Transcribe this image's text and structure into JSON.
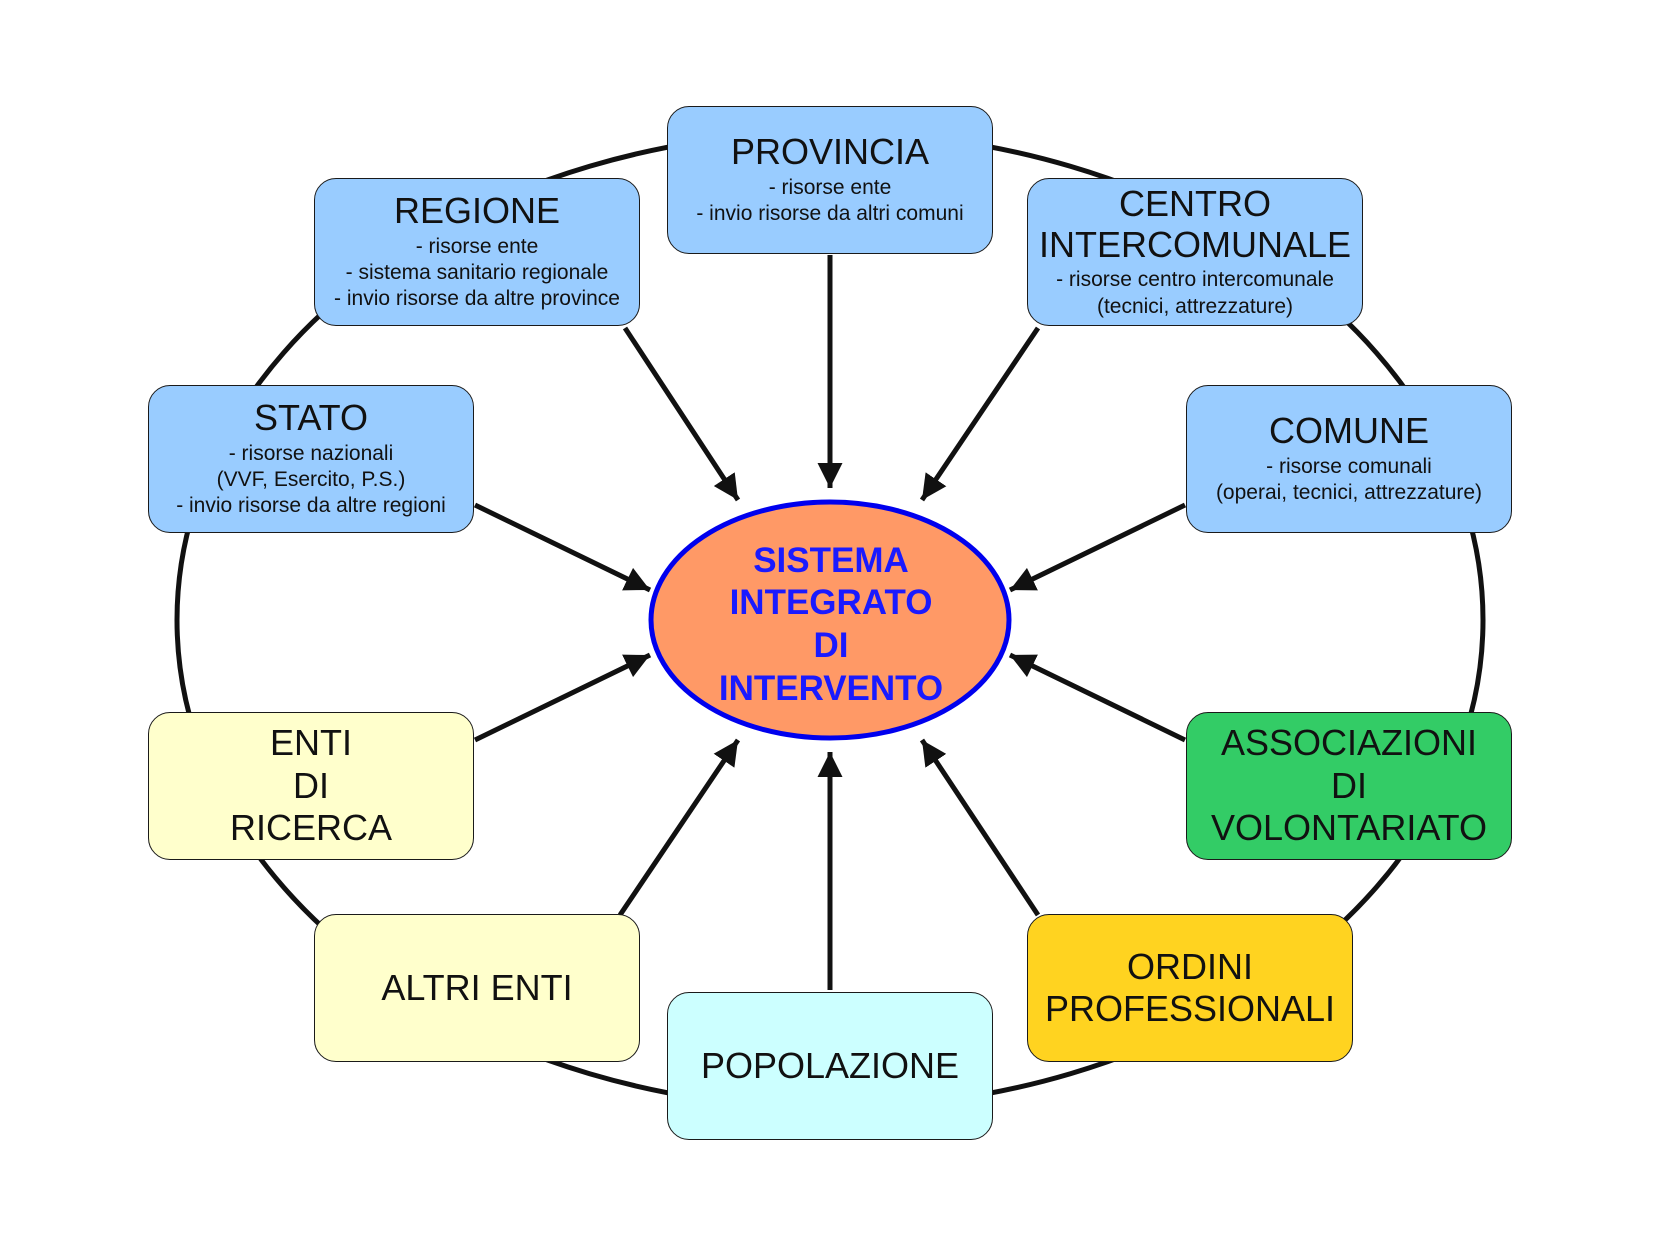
{
  "center": {
    "label": "SISTEMA\nINTEGRATO\nDI\nINTERVENTO",
    "fill": "#ff9966",
    "stroke": "#0000ee",
    "text_color": "#1a1aff"
  },
  "nodes": {
    "provincia": {
      "title": "PROVINCIA",
      "details": "- risorse ente\n- invio risorse da altri comuni",
      "color": "#99ccff"
    },
    "regione": {
      "title": "REGIONE",
      "details": "- risorse ente\n- sistema sanitario regionale\n- invio risorse da altre province",
      "color": "#99ccff"
    },
    "centro": {
      "title": "CENTRO\nINTERCOMUNALE",
      "details": "- risorse centro intercomunale\n(tecnici, attrezzature)",
      "color": "#99ccff"
    },
    "stato": {
      "title": "STATO",
      "details": "- risorse nazionali\n(VVF, Esercito, P.S.)\n- invio risorse da altre regioni",
      "color": "#99ccff"
    },
    "comune": {
      "title": "COMUNE",
      "details": "- risorse comunali\n(operai, tecnici, attrezzature)",
      "color": "#99ccff"
    },
    "enti_ricerca": {
      "title": "ENTI\nDI\nRICERCA",
      "color": "#ffffcc"
    },
    "associazioni": {
      "title": "ASSOCIAZIONI\nDI\nVOLONTARIATO",
      "color": "#33cc66"
    },
    "altri_enti": {
      "title": "ALTRI ENTI",
      "color": "#ffffcc"
    },
    "ordini": {
      "title": "ORDINI\nPROFESSIONALI",
      "color": "#ffd320"
    },
    "popolazione": {
      "title": "POPOLAZIONE",
      "color": "#ccffff"
    }
  }
}
